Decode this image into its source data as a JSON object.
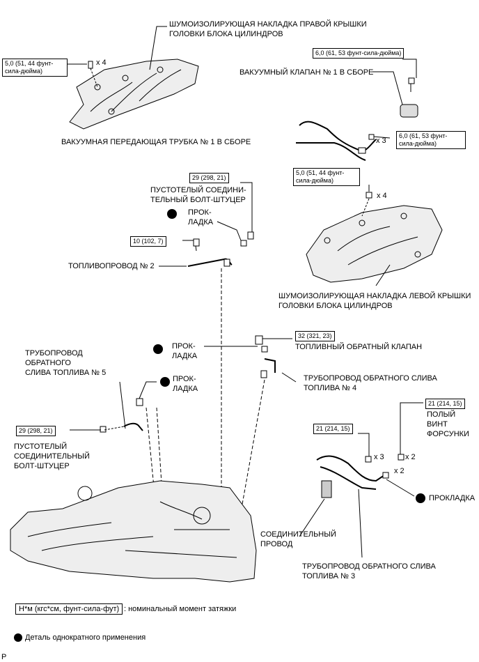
{
  "labels": {
    "right_cover": "ШУМОИЗОЛИРУЮЩАЯ НАКЛАДКА ПРАВОЙ КРЫШКИ\nГОЛОВКИ БЛОКА ЦИЛИНДРОВ",
    "vacuum_tube": "ВАКУУМНАЯ ПЕРЕДАЮЩАЯ ТРУБКА № 1 В СБОРЕ",
    "vacuum_valve": "ВАКУУМНЫЙ КЛАПАН № 1 В СБОРЕ",
    "union_bolt_top": "ПУСТОТЕЛЫЙ СОЕДИНИ-\nТЕЛЬНЫЙ БОЛТ-ШТУЦЕР",
    "gasket_top": "ПРОК-\nЛАДКА",
    "fuel_pipe_2": "ТОПЛИВОПРОВОД № 2",
    "left_cover": "ШУМОИЗОЛИРУЮЩАЯ НАКЛАДКА ЛЕВОЙ КРЫШКИ\nГОЛОВКИ БЛОКА ЦИЛИНДРОВ",
    "gasket_mid": "ПРОК-\nЛАДКА",
    "return_valve": "ТОПЛИВНЫЙ ОБРАТНЫЙ КЛАПАН",
    "return_pipe_5": "ТРУБОПРОВОД\nОБРАТНОГО\nСЛИВА ТОПЛИВА № 5",
    "gasket_left": "ПРОК-\nЛАДКА",
    "return_pipe_4": "ТРУБОПРОВОД ОБРАТНОГО СЛИВА\nТОПЛИВА № 4",
    "injector_screw": "ПОЛЫЙ\nВИНТ\nФОРСУНКИ",
    "union_bolt_left": "ПУСТОТЕЛЫЙ\nСОЕДИНИТЕЛЬНЫЙ\nБОЛТ-ШТУЦЕР",
    "gasket_right": "ПРОКЛАДКА",
    "connecting_wire": "СОЕДИНИТЕЛЬНЫЙ\nПРОВОД",
    "return_pipe_3": "ТРУБОПРОВОД ОБРАТНОГО СЛИВА\nТОПЛИВА № 3"
  },
  "torques": {
    "t1": "5,0 (51, 44 фунт-\nсила-дюйма)",
    "t2": "6,0 (61, 53 фунт-сила-дюйма)",
    "t3": "6,0 (61, 53 фунт-\nсила-дюйма)",
    "t4": "29 (298, 21)",
    "t5": "5,0 (51, 44 фунт-\nсила-дюйма)",
    "t6": "10 (102, 7)",
    "t7": "32 (321, 23)",
    "t8": "29 (298, 21)",
    "t9": "21 (214, 15)",
    "t10": "21 (214, 15)"
  },
  "quantities": {
    "q1": "x 4",
    "q2": "x 3",
    "q3": "x 4",
    "q4": "x 3",
    "q5": "x 2",
    "q6": "x 2"
  },
  "legend": {
    "torque_box": "Н*м (кгс*см, фунт-сила-фут)",
    "torque_text": ": номинальный момент затяжки",
    "nonreusable": "Деталь однократного применения"
  },
  "footer": "P",
  "colors": {
    "ink": "#000000",
    "paper": "#ffffff"
  }
}
